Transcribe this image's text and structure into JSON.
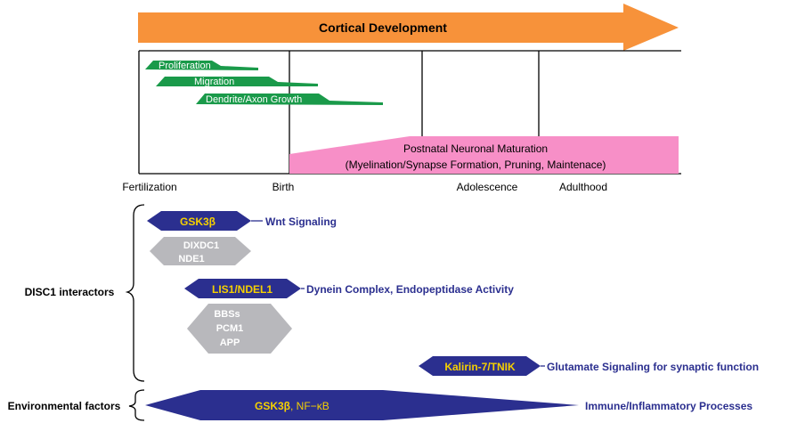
{
  "colors": {
    "arrow": "#f7923a",
    "green": "#1a9a4a",
    "pink": "#f78fc7",
    "navy": "#2b2f8f",
    "gray": "#b8b8bc",
    "gold": "#f5d000",
    "label_blue": "#2b2f8f",
    "line": "#000000"
  },
  "timeline": {
    "arrow_label": "Cortical Development",
    "milestones": [
      "Fertilization",
      "Birth",
      "Adolescence",
      "Adulthood"
    ],
    "early_processes": [
      "Proliferation",
      "Migration",
      "Dendrite/Axon Growth"
    ],
    "postnatal": {
      "line1": "Postnatal Neuronal Maturation",
      "line2": "(Myelination/Synapse Formation, Pruning, Maintenace)"
    }
  },
  "groups": {
    "disc1": "DISC1 interactors",
    "environmental": "Environmental factors"
  },
  "interactors": {
    "gsk3b_label": "GSK3β",
    "gsk3b_function": "Wnt Signaling",
    "dixdc1_lines": [
      "DIXDC1",
      "NDE1"
    ],
    "lis1_label": "LIS1/NDEL1",
    "lis1_function": "Dynein Complex, Endopeptidase Activity",
    "bbs_lines": [
      "BBSs",
      "PCM1",
      "APP"
    ],
    "kalirin_label": "Kalirin-7/TNIK",
    "kalirin_function": "Glutamate Signaling for synaptic function"
  },
  "environmental": {
    "label_gsk": "GSK3β",
    "label_rest": ", NF−κB",
    "function": "Immune/Inflammatory Processes"
  }
}
